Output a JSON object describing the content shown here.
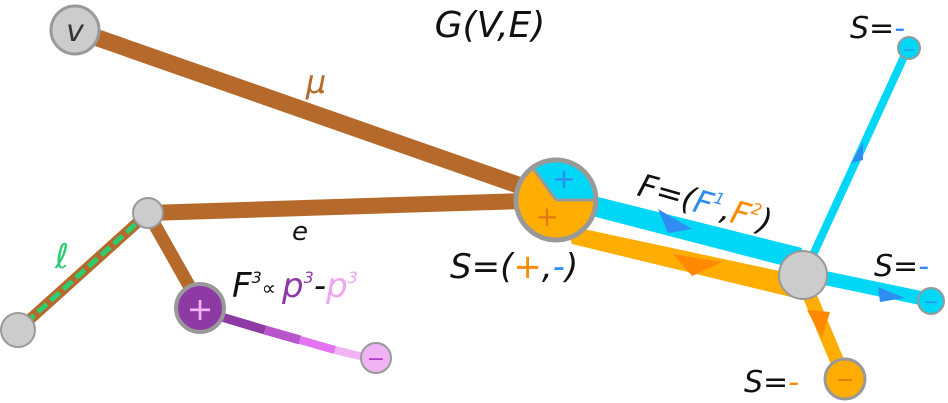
{
  "title": "G(V,E)",
  "colors": {
    "edge_brown": "#b5692a",
    "node_gray": "#cccccc",
    "node_stroke": "#999999",
    "cyan": "#00d6f5",
    "orange": "#ffad00",
    "orange_text": "#ff8a00",
    "blue_text": "#2f8df2",
    "purple_dark": "#8e3aa5",
    "purple_mid": "#b955cc",
    "purple_light": "#eea6f2",
    "green": "#2ecc71"
  },
  "labels": {
    "node_v": "v",
    "edge_mu": "μ",
    "edge_e": "e",
    "edge_ell": "ℓ",
    "plus": "+",
    "minus": "−",
    "s_prefix": "S=(",
    "s_comma": ",",
    "s_close": ")",
    "f_prefix": "F=(",
    "f1": "F",
    "f1_sup": "1",
    "f_comma": ",",
    "f2": "F",
    "f2_sup": "2",
    "f_close": ")",
    "s_eq": "S=",
    "s_minus_short": "-",
    "f3": "F",
    "f3_sup": "3",
    "propto": "∝",
    "p3a": "p",
    "p3a_sup": "3",
    "minus_op": "-",
    "p3b": "p",
    "p3b_sup": "3"
  }
}
